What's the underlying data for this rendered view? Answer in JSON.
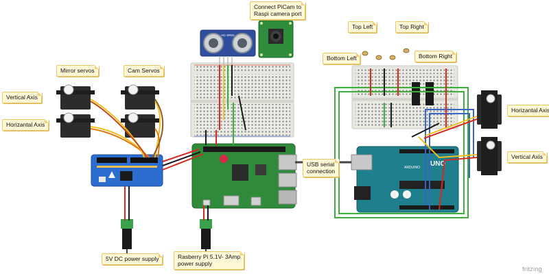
{
  "notes": {
    "mirror_servos": "Mirror servos",
    "cam_servos": "Cam Servos",
    "vertical_axis_left": "Vertical Axis",
    "horizontal_axis_left": "Horizantal Axis",
    "picam": "Connect PiCam to\nRaspi camera port",
    "usb_serial": "USB serial\nconnection",
    "dc_supply": "5V DC power supply",
    "pi_supply": "Rasberry Pi 5.1V- 3Amp\npower supply",
    "top_left": "Top Left",
    "top_right": "Top Right",
    "bottom_left": "Bottom Left",
    "bottom_right": "Bottom Right",
    "horizontal_axis_right": "Horizantal Axis",
    "vertical_axis_right": "Vertical Axis"
  },
  "parts": {
    "ultrasonic_label": "HC-SR04",
    "arduino_brand": "UNO",
    "arduino_sub": "ARDUINO"
  },
  "brand": "fritzing",
  "colors": {
    "wire_red": "#d42a20",
    "wire_black": "#1a1a1a",
    "wire_green": "#3cae3c",
    "wire_blue": "#3a63c8",
    "wire_yellow": "#f0c020",
    "wire_orange": "#e07a10",
    "pcb_blue": "#2b6ed0",
    "pi_green": "#2f8a3a",
    "arduino_teal": "#1f7f8c"
  }
}
